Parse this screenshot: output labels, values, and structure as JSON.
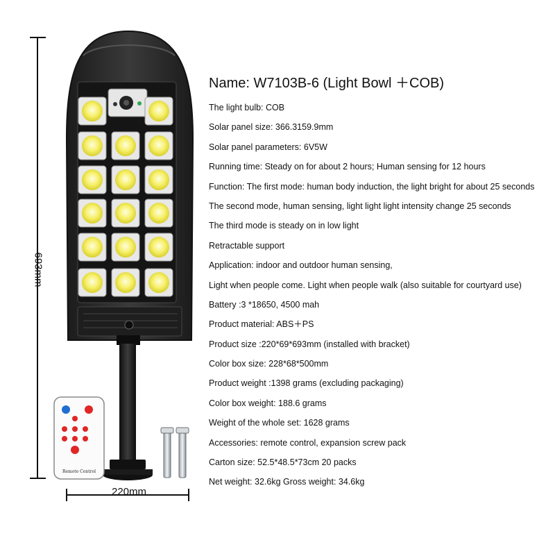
{
  "product": {
    "name": "Name: W7103B-6 (Light Bowl ＋COB)",
    "specs": [
      "The light bulb: COB",
      "Solar panel size: 366.3159.9mm",
      "Solar panel parameters: 6V5W",
      "Running time: Steady on for about 2 hours; Human sensing for 12 hours",
      "Function: The first mode: human body induction, the light bright for about 25 seconds",
      "The second mode, human sensing, light light light intensity change 25 seconds",
      "The third mode is steady on in low light",
      "Retractable support",
      "Application: indoor and outdoor human sensing,",
      "Light when people come. Light when people walk (also suitable for courtyard use)",
      "Battery :3 *18650, 4500 mah",
      "Product material: ABS＋PS",
      "Product size :220*69*693mm (installed with bracket)",
      "Color box size: 228*68*500mm",
      "Product weight :1398 grams (excluding packaging)",
      "Color box weight: 188.6 grams",
      "Weight of the whole set: 1628 grams",
      "Accessories: remote control, expansion screw pack",
      "Carton size: 52.5*48.5*73cm 20 packs",
      "Net weight: 32.6kg Gross weight: 34.6kg"
    ]
  },
  "dimensions": {
    "height_label": "693mm",
    "width_label": "220mm"
  },
  "remote": {
    "label": "Remote Control"
  },
  "colors": {
    "lamp_body": "#2a2a2a",
    "led": "#f4ef6a",
    "remote_blue": "#1f6fd1",
    "remote_red": "#e02626"
  }
}
